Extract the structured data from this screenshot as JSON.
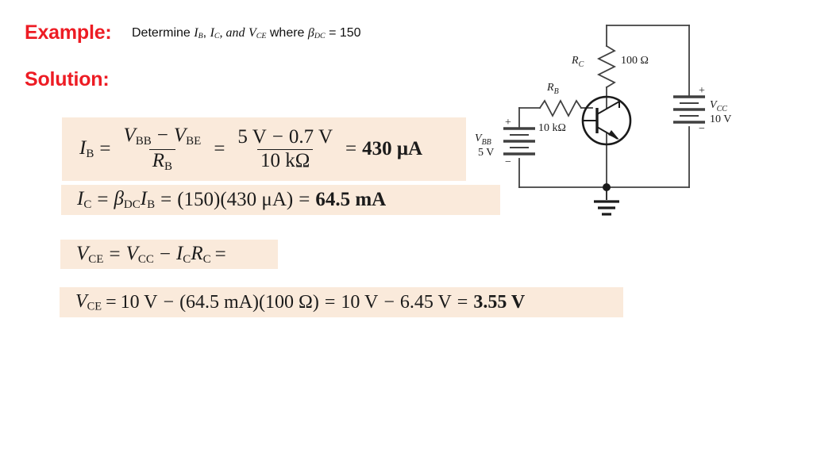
{
  "slide": {
    "example_label": "Example:",
    "solution_label": "Solution:",
    "prompt": {
      "lead": "Determine",
      "var1": "I",
      "var1_sub": "B",
      "sep1": ",",
      "var2": "I",
      "var2_sub": "C",
      "sep2": ", and",
      "var3": "V",
      "var3_sub": "CE",
      "mid": "where",
      "beta": "β",
      "beta_sub": "DC",
      "equals": "=",
      "beta_value": "150"
    },
    "accent_color": "#ed1c24",
    "highlight_color": "#faeadb"
  },
  "equations": {
    "ib": {
      "lhs": "I",
      "lhs_sub": "B",
      "eq1": "=",
      "num_v1": "V",
      "num_v1_sub": "BB",
      "minus": "−",
      "num_v2": "V",
      "num_v2_sub": "BE",
      "den_r": "R",
      "den_r_sub": "B",
      "eq2": "=",
      "num2_left": "5 V",
      "minus2": "−",
      "num2_right": "0.7 V",
      "den2": "10 kΩ",
      "eq3": "=",
      "result": "430 μA"
    },
    "ic": {
      "lhs": "I",
      "lhs_sub": "C",
      "eq1": "=",
      "beta": "β",
      "beta_sub": "DC",
      "ib": "I",
      "ib_sub": "B",
      "eq2": "=",
      "term": "(150)(430 μA)",
      "eq3": "=",
      "result": "64.5 mA"
    },
    "vce_formula": {
      "lhs": "V",
      "lhs_sub": "CE",
      "eq1": "=",
      "vcc": "V",
      "vcc_sub": "CC",
      "minus": "−",
      "ic": "I",
      "ic_sub": "C",
      "rc": "R",
      "rc_sub": "C",
      "trailing": "="
    },
    "vce_value": {
      "lhs": "V",
      "lhs_sub": "CE",
      "eq1": "=",
      "t1": "10 V",
      "minus1": "−",
      "t2": "(64.5 mA)(100 Ω)",
      "eq2": "=",
      "t3": "10 V",
      "minus2": "−",
      "t4": "6.45 V",
      "eq3": "=",
      "result": "3.55 V"
    }
  },
  "circuit": {
    "rc_label": "R",
    "rc_sub": "C",
    "rc_value": "100 Ω",
    "rb_label": "R",
    "rb_sub": "B",
    "rb_value": "10 kΩ",
    "vbb_label": "V",
    "vbb_sub": "BB",
    "vbb_value": "5 V",
    "vbb_plus": "+",
    "vbb_minus": "−",
    "vcc_label": "V",
    "vcc_sub": "CC",
    "vcc_value": "10 V",
    "vcc_plus": "+",
    "vcc_minus": "−"
  }
}
